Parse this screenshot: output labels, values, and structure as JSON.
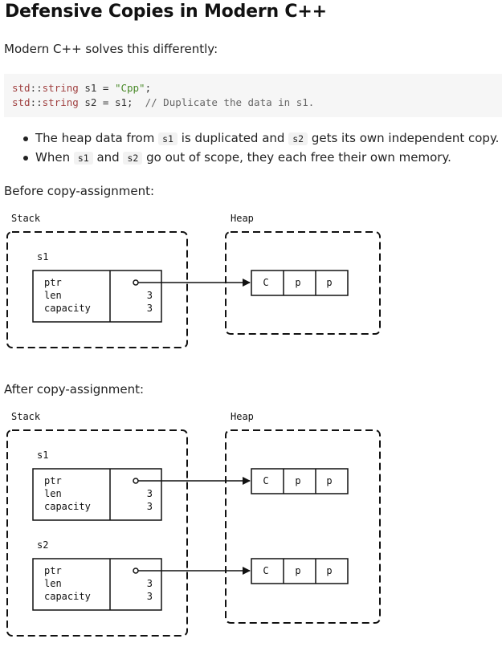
{
  "title": "Defensive Copies in Modern C++",
  "intro": "Modern C++ solves this differently:",
  "code": {
    "line1": {
      "t1": "std",
      "t2": "::",
      "t3": "string",
      "t4": " s1 = ",
      "t5": "\"Cpp\"",
      "t6": ";"
    },
    "line2": {
      "t1": "std",
      "t2": "::",
      "t3": "string",
      "t4": " s2 = s1;  ",
      "t5": "// Duplicate the data in s1."
    }
  },
  "bullets": [
    {
      "a": "The heap data from ",
      "c1": "s1",
      "b": " is duplicated and ",
      "c2": "s2",
      "d": " gets its own independent copy."
    },
    {
      "a": "When ",
      "c1": "s1",
      "b": " and ",
      "c2": "s2",
      "d": " go out of scope, they each free their own memory."
    }
  ],
  "before_label": "Before copy-assignment:",
  "after_label": "After copy-assignment:",
  "diagram": {
    "stack_label": "Stack",
    "heap_label": "Heap",
    "field_ptr": "ptr",
    "field_len": "len",
    "field_capacity": "capacity",
    "len_value": "3",
    "capacity_value": "3",
    "heap_cells": [
      "C",
      "p",
      "p"
    ],
    "var_s1": "s1",
    "var_s2": "s2"
  }
}
